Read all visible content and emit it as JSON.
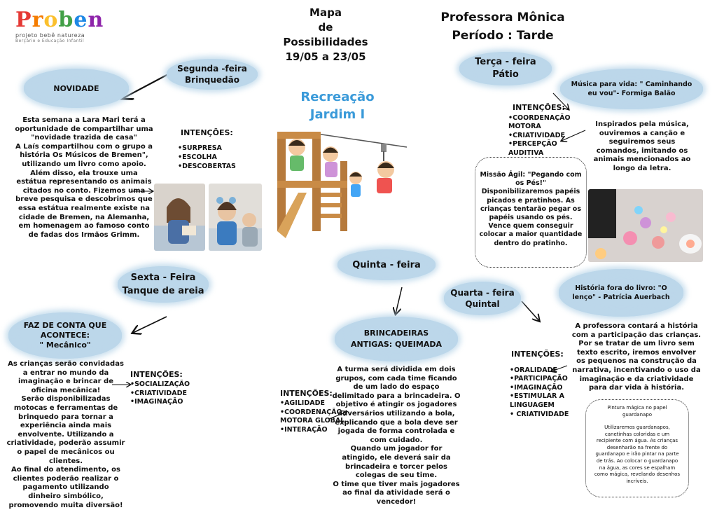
{
  "logo": {
    "brand_letters": [
      "P",
      "r",
      "o",
      "b",
      "e",
      "n"
    ],
    "brand_colors": [
      "#e53935",
      "#f57c00",
      "#fbc02d",
      "#43a047",
      "#1e88e5",
      "#8e24aa"
    ],
    "subtitle": "projeto bebê natureza",
    "subtitle2": "Berçário e Educação Infantil"
  },
  "header": {
    "map_line1": "Mapa",
    "map_line2": "de",
    "map_line3": "Possibilidades",
    "map_dates": "19/05 a 23/05",
    "teacher": "Professora Mônica",
    "period": "Período : Tarde",
    "class_line1": "Recreação",
    "class_line2": "Jardim I"
  },
  "monday": {
    "day": "Segunda -feira",
    "place": "Brinquedão",
    "activity": "NOVIDADE",
    "description": "Esta semana a Lara Mari terá a oportunidade de compartilhar uma \"novidade trazida de casa\"\nA Laís compartilhou com o grupo a história  Os Músicos de Bremen\", utilizando um livro como apoio.\nAlém disso, ela trouxe uma estátua representando os animais citados no conto. Fizemos uma breve pesquisa e descobrimos que essa estátua realmente existe na cidade de Bremen, na Alemanha, em homenagem ao famoso conto de fadas dos Irmãos Grimm.",
    "intentions_title": "INTENÇÕES:",
    "intentions": [
      "•SURPRESA",
      "•ESCOLHA",
      "•DESCOBERTAS"
    ]
  },
  "tuesday": {
    "day": "Terça - feira",
    "place": "Pátio",
    "activity": "Música para vida: \" Caminhando eu vou\"- Formiga Balão",
    "intentions_title": "INTENÇÕES:",
    "intentions": [
      "•COORDENAÇÃO",
      "MOTORA",
      "•CRIATIVIDADE",
      "•PERCEPÇÃO AUDITIVA"
    ],
    "description": "Inspirados pela música, ouviremos a canção e seguiremos seus comandos, imitando os animais mencionados ao longo da letra.",
    "mission": "Missão Ágil: \"Pegando com os Pés!\"\nDisponibilizaremos papéis picados e pratinhos. As crianças tentarão pegar os papéis usando os pés.\nVence quem conseguir colocar a maior quantidade dentro do pratinho."
  },
  "wednesday": {
    "day": "Quarta - feira",
    "place": "Quintal",
    "activity": "História fora do livro: \"O lenço\" - Patrícia Auerbach",
    "description": "A professora contará a história com a participação das crianças. Por se tratar de um livro sem texto escrito, iremos envolver os pequenos na construção da narrativa, incentivando o uso da imaginação e da criatividade para dar vida à história.",
    "intentions_title": "INTENÇÕES:",
    "intentions": [
      "•ORALIDADE",
      "•PARTICIPAÇÃO",
      "•IMAGINAÇÃO",
      "•ESTIMULAR A",
      "LINGUAGEM",
      "• CRIATIVIDADE"
    ],
    "box_title": "Pintura mágica no papel guardanapo",
    "box_text": "Utilizaremos guardanapos, canetinhas coloridas e um recipiente com água. As crianças desenharão na frente do guardanapo e irão pintar na parte de trás. Ao colocar o guardanapo na água, as cores se espalham como mágica, revelando desenhos incríveis."
  },
  "thursday": {
    "day": "Quinta - feira",
    "activity": "BRINCADEIRAS ANTIGAS: QUEIMADA",
    "description": "A turma será dividida em dois grupos, com cada time ficando de um lado do espaço delimitado para a brincadeira. O objetivo é atingir os jogadores adversários utilizando a bola, explicando que a bola deve ser jogada de forma controlada e com cuidado.\nQuando um jogador for atingido, ele deverá sair da brincadeira e torcer pelos colegas de seu time.\nO time que tiver mais jogadores ao final da atividade será o vencedor!",
    "intentions_title": "INTENÇÕES:",
    "intentions": [
      "•AGILIDADE",
      "•COORDENAÇÃO",
      "MOTORA GLOBAL",
      "•INTERAÇÃO"
    ]
  },
  "friday": {
    "day": "Sexta - Feira",
    "place": "Tanque de areia",
    "activity_line1": "FAZ DE CONTA QUE",
    "activity_line2": "ACONTECE:",
    "activity_line3": "\" Mecânico\"",
    "description": "As crianças serão convidadas a entrar no mundo da imaginação e brincar de oficina mecânica!\nSerão disponibilizadas motocas e ferramentas de brinquedo para tornar a experiência ainda mais envolvente. Utilizando a criatividade, poderão assumir o papel de mecânicos ou clientes.\nAo final do atendimento, os clientes poderão realizar o pagamento utilizando dinheiro simbólico, promovendo muita diversão!",
    "intentions_title": "INTENÇÕES:",
    "intentions": [
      "•SOCIALIZAÇÃO",
      "•CRIATIVIDADE",
      "•IMAGINAÇÃO"
    ]
  },
  "colors": {
    "cloud": "#bcd7ea",
    "class_title": "#3a9ad9"
  }
}
